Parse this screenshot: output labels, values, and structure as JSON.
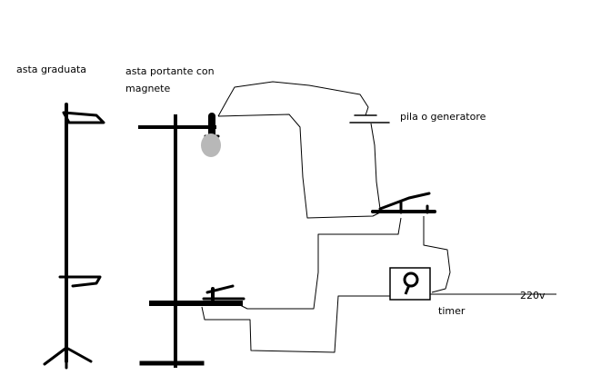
{
  "labels": {
    "asta_graduata": "asta graduata",
    "asta_portante_line1": "asta portante con",
    "asta_portante_line2": "magnete",
    "pila": "pila o generatore",
    "timer": "timer",
    "voltage": "220v"
  },
  "colors": {
    "ink": "#000000",
    "ball": "#b8b8b8"
  }
}
